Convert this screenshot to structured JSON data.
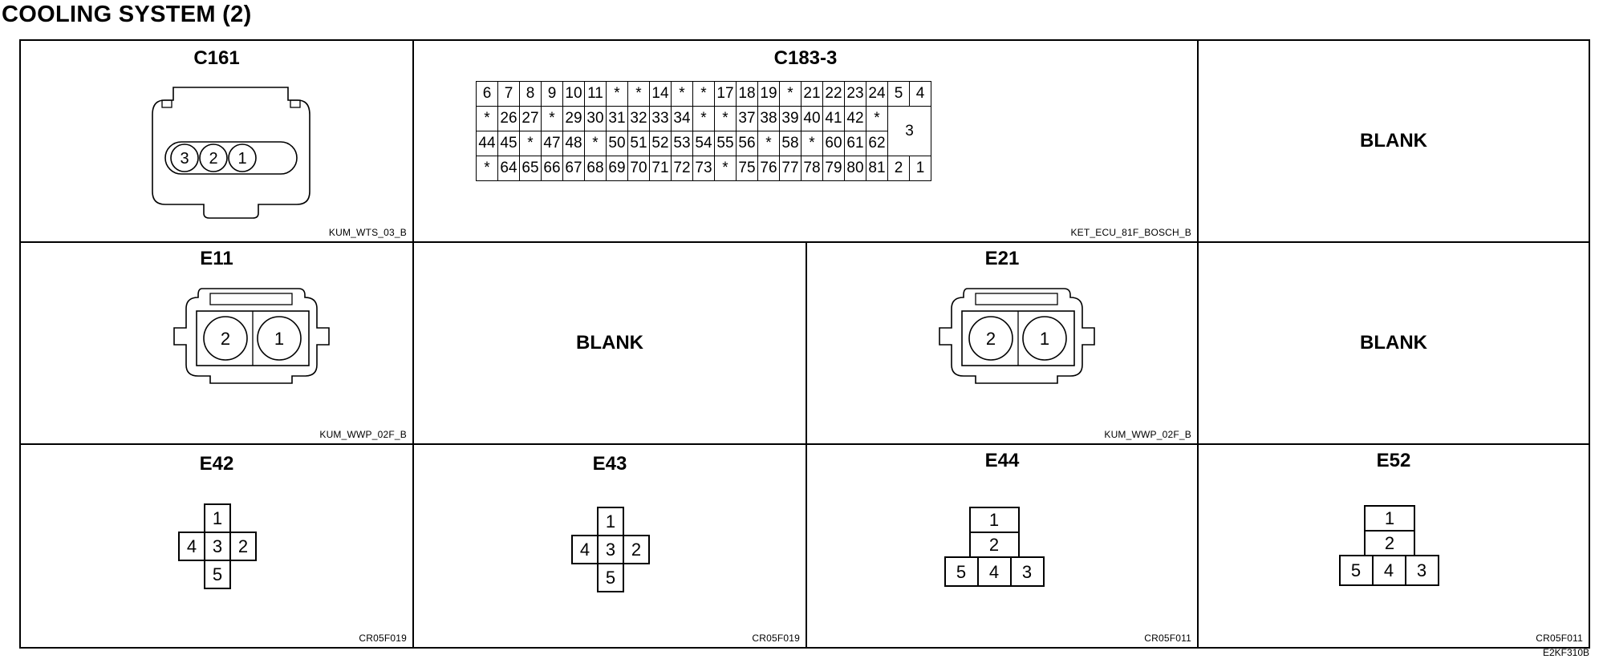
{
  "page": {
    "title": "COOLING SYSTEM (2)",
    "footer_code": "E2KF310B"
  },
  "cells": {
    "c161": {
      "title": "C161",
      "code": "KUM_WTS_03_B",
      "pins": [
        "3",
        "2",
        "1"
      ]
    },
    "c183": {
      "title": "C183-3",
      "code": "KET_ECU_81F_BOSCH_B",
      "rows": [
        [
          "6",
          "7",
          "8",
          "9",
          "10",
          "11",
          "*",
          "*",
          "14",
          "*",
          "*",
          "17",
          "18",
          "19",
          "*",
          "21",
          "22",
          "23",
          "24",
          "5",
          "4"
        ],
        [
          "*",
          "26",
          "27",
          "*",
          "29",
          "30",
          "31",
          "32",
          "33",
          "34",
          "*",
          "*",
          "37",
          "38",
          "39",
          "40",
          "41",
          "42",
          "*",
          "3"
        ],
        [
          "44",
          "45",
          "*",
          "47",
          "48",
          "*",
          "50",
          "51",
          "52",
          "53",
          "54",
          "55",
          "56",
          "*",
          "58",
          "*",
          "60",
          "61",
          "62"
        ],
        [
          "*",
          "64",
          "65",
          "66",
          "67",
          "68",
          "69",
          "70",
          "71",
          "72",
          "73",
          "*",
          "75",
          "76",
          "77",
          "78",
          "79",
          "80",
          "81",
          "2",
          "1"
        ]
      ]
    },
    "blank1": {
      "text": "BLANK"
    },
    "e11": {
      "title": "E11",
      "code": "KUM_WWP_02F_B",
      "pins": [
        "2",
        "1"
      ]
    },
    "blank2": {
      "text": "BLANK"
    },
    "e21": {
      "title": "E21",
      "code": "KUM_WWP_02F_B",
      "pins": [
        "2",
        "1"
      ]
    },
    "blank3": {
      "text": "BLANK"
    },
    "e42": {
      "title": "E42",
      "code": "CR05F019",
      "pins": [
        "1",
        "4",
        "3",
        "2",
        "5"
      ]
    },
    "e43": {
      "title": "E43",
      "code": "CR05F019",
      "pins": [
        "1",
        "4",
        "3",
        "2",
        "5"
      ]
    },
    "e44": {
      "title": "E44",
      "code": "CR05F011",
      "pins": [
        "1",
        "2",
        "5",
        "4",
        "3"
      ]
    },
    "e52": {
      "title": "E52",
      "code": "CR05F011",
      "pins": [
        "1",
        "2",
        "5",
        "4",
        "3"
      ]
    }
  }
}
